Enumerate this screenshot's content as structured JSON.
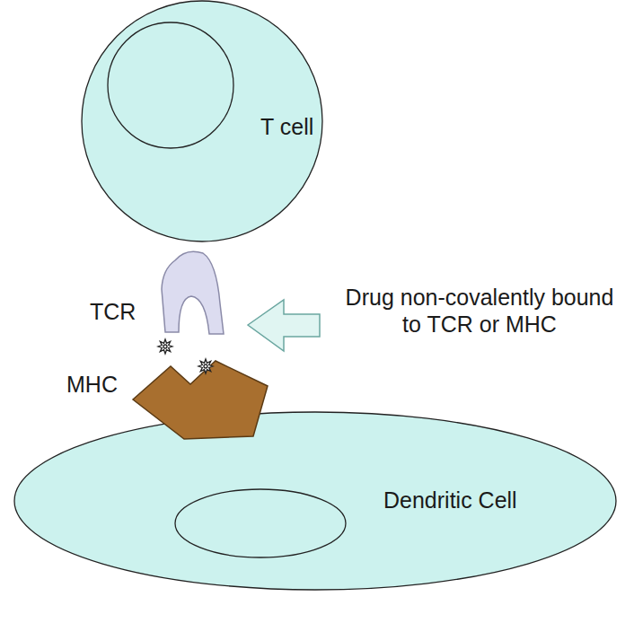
{
  "diagram": {
    "nodes": [
      {
        "text": [
          "T cell"
        ]
      },
      {
        "text": [
          "Dendritic Cell"
        ]
      }
    ],
    "labels": [
      "TCR",
      "MHC",
      "Drug non-covalently bound to TCR or MHC"
    ]
  }
}
